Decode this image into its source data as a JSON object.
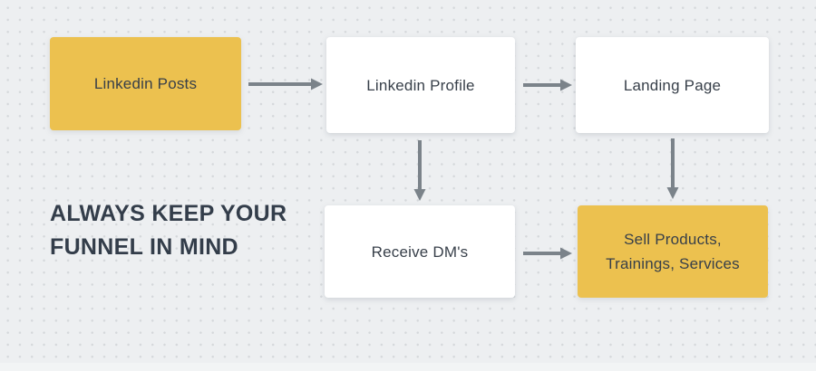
{
  "canvas": {
    "heading": {
      "lines": [
        "ALWAYS KEEP YOUR",
        "FUNNEL IN MIND"
      ]
    },
    "nodes": [
      {
        "id": "linkedin-posts",
        "label": "Linkedin Posts",
        "variant": "yellow"
      },
      {
        "id": "linkedin-profile",
        "label": "Linkedin Profile",
        "variant": "white"
      },
      {
        "id": "landing-page",
        "label": "Landing Page",
        "variant": "white"
      },
      {
        "id": "receive-dms",
        "label": "Receive DM's",
        "variant": "white"
      },
      {
        "id": "sell-products",
        "lines": [
          "Sell Products,",
          "Trainings, Services"
        ],
        "variant": "yellow"
      }
    ],
    "edges": [
      {
        "from": "linkedin-posts",
        "to": "linkedin-profile",
        "direction": "right"
      },
      {
        "from": "linkedin-profile",
        "to": "landing-page",
        "direction": "right"
      },
      {
        "from": "linkedin-profile",
        "to": "receive-dms",
        "direction": "down"
      },
      {
        "from": "landing-page",
        "to": "sell-products",
        "direction": "down"
      },
      {
        "from": "receive-dms",
        "to": "sell-products",
        "direction": "right"
      }
    ],
    "colors": {
      "background": "#edeff1",
      "dot_grid": "#d5d8db",
      "node_yellow": "#ecc14f",
      "node_white": "#ffffff",
      "node_text": "#373f49",
      "heading_text": "#333d4a",
      "arrow": "#7b838a"
    }
  }
}
